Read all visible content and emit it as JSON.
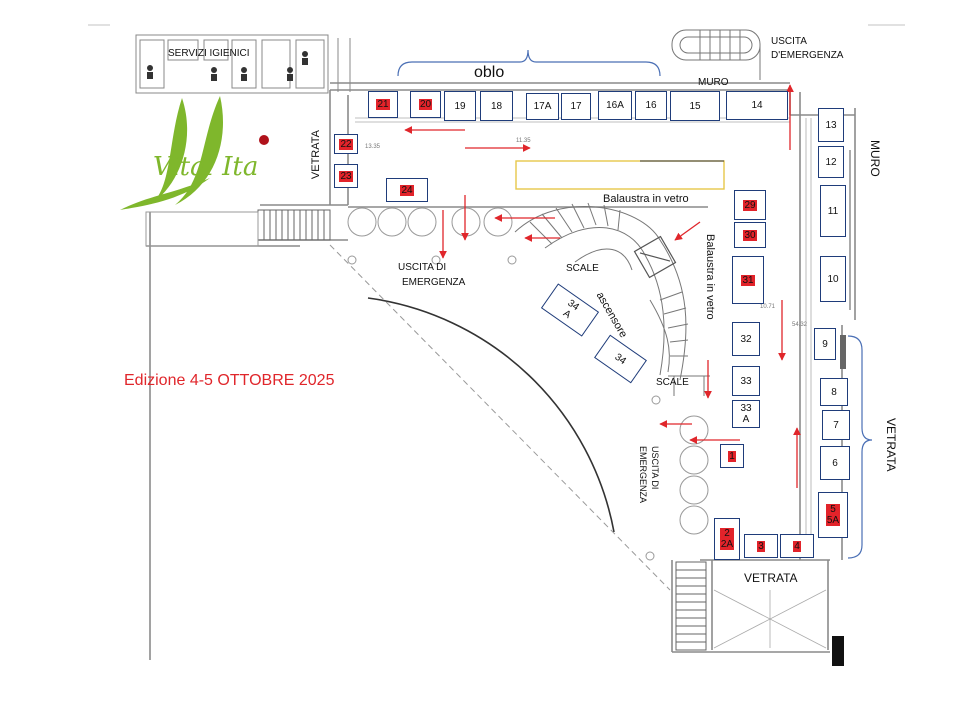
{
  "edition": "Edizione 4-5 OTTOBRE 2025",
  "logo": {
    "text": "Vital Ita",
    "green": "#7fb72c",
    "dot": "#b0121b"
  },
  "colors": {
    "booth_border": "#1f3c7a",
    "red": "#e2232a",
    "arrow": "#e0262b",
    "wall": "#8a8a8a"
  },
  "labels": {
    "servizi": "SERVIZI IGIENICI",
    "oblo": "oblo",
    "muro_top": "MURO",
    "muro_right": "MURO",
    "uscita_top_1": "USCITA",
    "uscita_top_2": "D'EMERGENZA",
    "vetrata_left": "VETRATA",
    "vetrata_right": "VETRATA",
    "vetrata_bottom": "VETRATA",
    "balaustra_1": "Balaustra in vetro",
    "balaustra_2": "Balaustra in vetro",
    "ascensore": "ascensore",
    "scale_1": "SCALE",
    "scale_2": "SCALE",
    "uscita_mid_1": "USCITA DI",
    "uscita_mid_2": "EMERGENZA",
    "uscita_vert": "USCITA DI EMERGENZA"
  },
  "booths": [
    {
      "id": "21",
      "red": true
    },
    {
      "id": "20",
      "red": true
    },
    {
      "id": "19",
      "red": false
    },
    {
      "id": "18",
      "red": false
    },
    {
      "id": "17A",
      "red": false
    },
    {
      "id": "17",
      "red": false
    },
    {
      "id": "16A",
      "red": false
    },
    {
      "id": "16",
      "red": false
    },
    {
      "id": "15",
      "red": false
    },
    {
      "id": "14",
      "red": false
    },
    {
      "id": "13",
      "red": false
    },
    {
      "id": "12",
      "red": false
    },
    {
      "id": "11",
      "red": false
    },
    {
      "id": "10",
      "red": false
    },
    {
      "id": "9",
      "red": false
    },
    {
      "id": "8",
      "red": false
    },
    {
      "id": "7",
      "red": false
    },
    {
      "id": "6",
      "red": false
    },
    {
      "id": "5 5A",
      "red": true
    },
    {
      "id": "4",
      "red": true
    },
    {
      "id": "3",
      "red": true
    },
    {
      "id": "2 2A",
      "red": true
    },
    {
      "id": "1",
      "red": true
    },
    {
      "id": "22",
      "red": true
    },
    {
      "id": "23",
      "red": true
    },
    {
      "id": "24",
      "red": true
    },
    {
      "id": "29",
      "red": true
    },
    {
      "id": "30",
      "red": true
    },
    {
      "id": "31",
      "red": true
    },
    {
      "id": "32",
      "red": false
    },
    {
      "id": "33",
      "red": false
    },
    {
      "id": "33 A",
      "red": false
    },
    {
      "id": "34 A",
      "red": false
    },
    {
      "id": "34",
      "red": false
    }
  ]
}
